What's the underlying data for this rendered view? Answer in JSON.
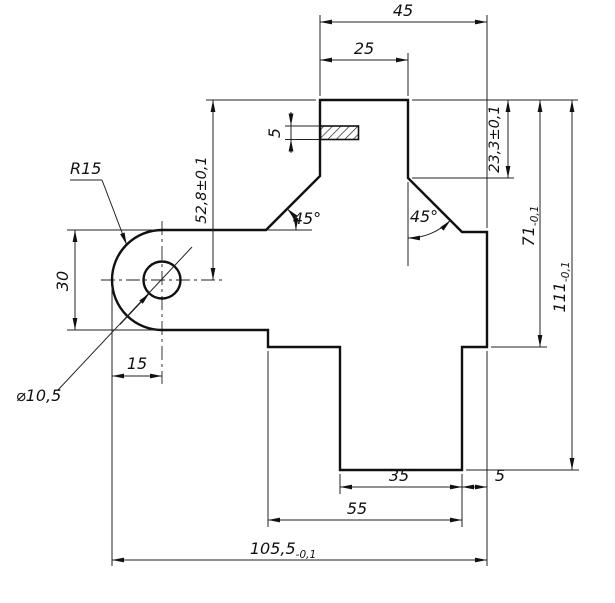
{
  "title": "mechanical-part-drawing",
  "colors": {
    "background": "#ffffff",
    "line": "#111111"
  },
  "labels": {
    "dim_top_width": "45",
    "dim_column_width": "25",
    "dim_slot_height": "5",
    "dim_right_upper": "23,3±0,1",
    "dim_right_mid": "71",
    "dim_right_mid_tol": "-0,1",
    "dim_right_total": "111",
    "dim_right_total_tol": "-0,1",
    "dim_left_depth": "52,8±0,1",
    "dim_left_height": "30",
    "dim_left_offset": "15",
    "radius_callout": "R15",
    "hole_callout": "⌀10,5",
    "angle_left": "45°",
    "angle_right": "45°",
    "dim_bottom_width": "35",
    "dim_bottom_gap": "5",
    "dim_bottom_mid": "55",
    "dim_total_length": "105,5",
    "dim_total_length_tol": "-0,1"
  }
}
